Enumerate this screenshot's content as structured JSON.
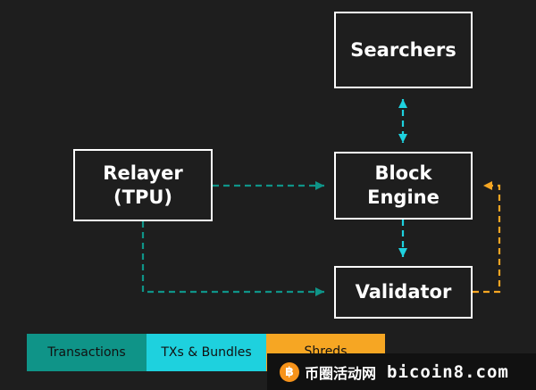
{
  "nodes": {
    "searchers": "Searchers",
    "relayer": "Relayer\n(TPU)",
    "block_engine": "Block\nEngine",
    "validator": "Validator"
  },
  "edges": [
    {
      "from": "relayer",
      "to": "block_engine",
      "type": "Transactions"
    },
    {
      "from": "relayer",
      "to": "validator",
      "type": "Transactions"
    },
    {
      "from": "searchers",
      "to": "block_engine",
      "type": "TXs & Bundles",
      "bidirectional": true
    },
    {
      "from": "block_engine",
      "to": "validator",
      "type": "TXs & Bundles"
    },
    {
      "from": "validator",
      "to": "block_engine",
      "type": "Shreds"
    }
  ],
  "legend": [
    {
      "label": "Transactions",
      "color": "#0f9488"
    },
    {
      "label": "TXs & Bundles",
      "color": "#1ed1de"
    },
    {
      "label": "Shreds",
      "color": "#f6a623"
    }
  ],
  "watermark": {
    "coin_symbol": "฿",
    "cn_text": "币圈活动网",
    "site": "bicoin8.com"
  }
}
